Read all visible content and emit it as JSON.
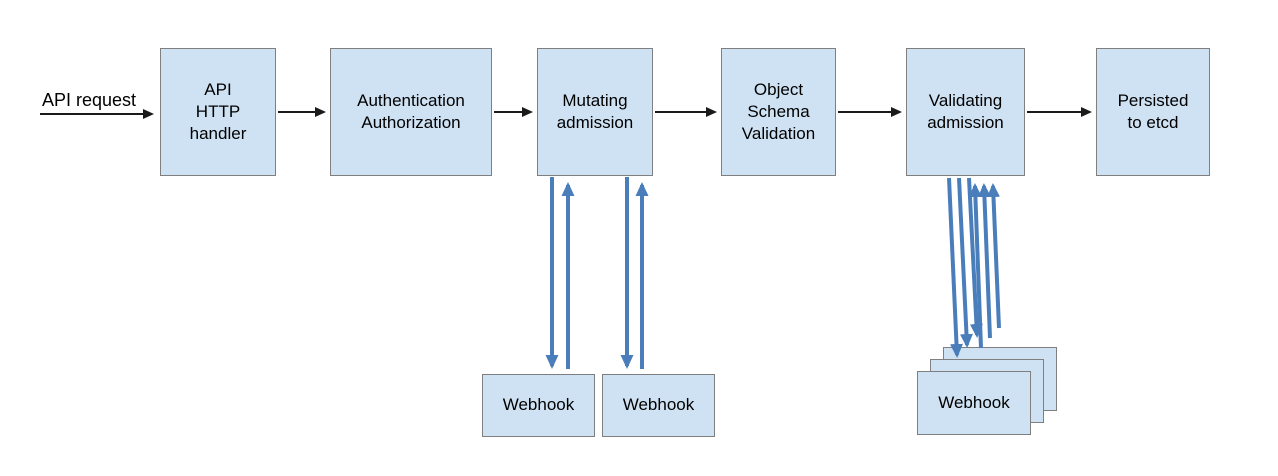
{
  "colors": {
    "box_fill": "#cfe2f3",
    "box_border": "#7f7f7f",
    "flow_arrow_color": "#1a1a1a",
    "webhook_arrow_color": "#4a7ebb"
  },
  "flow": {
    "request_label": "API request",
    "stages": [
      {
        "id": "api-http-handler",
        "label": "API\nHTTP\nhandler"
      },
      {
        "id": "authentication-authorization",
        "label": "Authentication\nAuthorization"
      },
      {
        "id": "mutating-admission",
        "label": "Mutating\nadmission"
      },
      {
        "id": "object-schema-validation",
        "label": "Object\nSchema\nValidation"
      },
      {
        "id": "validating-admission",
        "label": "Validating\nadmission"
      },
      {
        "id": "persisted-to-etcd",
        "label": "Persisted\nto etcd"
      }
    ]
  },
  "webhooks": {
    "mutating": [
      {
        "label": "Webhook"
      },
      {
        "label": "Webhook"
      }
    ],
    "validating": [
      {
        "label": "Webhook",
        "stacked_count": 3
      }
    ]
  }
}
